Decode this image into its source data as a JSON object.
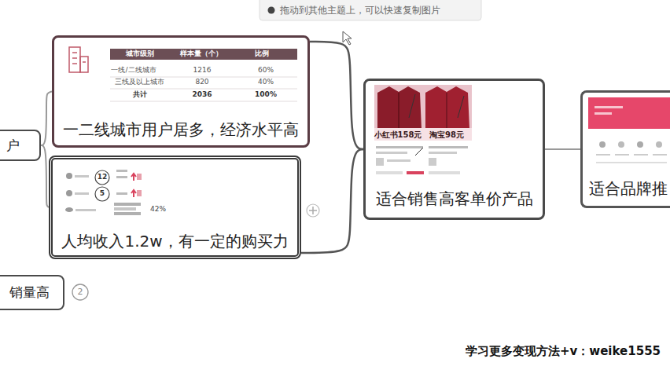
{
  "diagram": {
    "nodes": [
      {
        "text": [
          "拖动到其他主题上，可以快速复制图片"
        ]
      },
      {
        "text": [
          "户"
        ]
      },
      {
        "text": [
          "一二线城市用户居多，经济水平高"
        ]
      },
      {
        "text": [
          "人均收入1.2w，有一定的购买力"
        ]
      },
      {
        "text": [
          "销量高"
        ]
      },
      {
        "text": [
          "适合销售高客单价产品"
        ]
      },
      {
        "text": [
          "适合品牌推"
        ]
      }
    ],
    "edges": [
      {
        "from": 1,
        "to": 2,
        "arrow": "none"
      },
      {
        "from": 1,
        "to": 3,
        "arrow": "none"
      },
      {
        "from": 2,
        "to": 5,
        "arrow": "none"
      },
      {
        "from": 3,
        "to": 5,
        "arrow": "none"
      },
      {
        "from": 5,
        "to": 6,
        "arrow": "none"
      }
    ],
    "labels": [
      "城市级别",
      "样本量（个）",
      "比例",
      "一线/二线城市",
      "1216",
      "60%",
      "三线及以上城市",
      "820",
      "40%",
      "共计",
      "2036",
      "100%",
      "12",
      "5",
      "42%",
      "小红书158元",
      "淘宝98元",
      "2",
      "学习更多变现方法+v：weike1555"
    ]
  }
}
